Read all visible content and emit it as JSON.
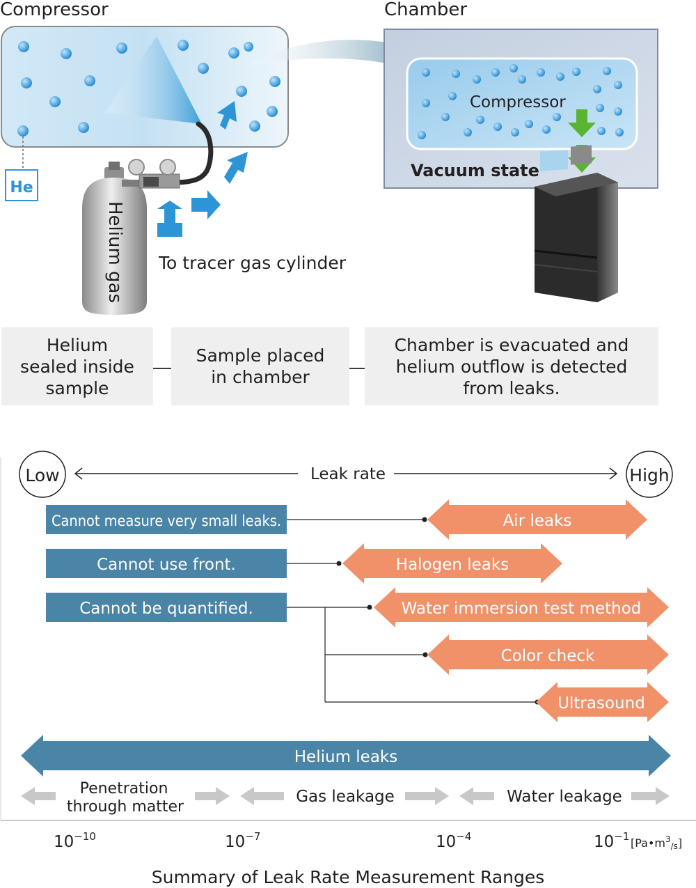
{
  "top": {
    "compressor_title": "Compressor",
    "chamber_title": "Chamber",
    "he_label": "He",
    "cylinder_label": "Helium gas",
    "tracer_label": "To tracer gas cylinder",
    "inner_compressor_label": "Compressor",
    "vacuum_label": "Vacuum state",
    "steps": [
      "Helium\nsealed inside\nsample",
      "Sample placed\nin chamber",
      "Chamber is evacuated and\nhelium outflow is detected\nfrom leaks."
    ]
  },
  "chart": {
    "low_label": "Low",
    "high_label": "High",
    "axis_label": "Leak rate",
    "limitations": [
      "Cannot measure very small leaks.",
      "Cannot use front.",
      "Cannot be quantified."
    ],
    "methods": [
      "Air leaks",
      "Halogen leaks",
      "Water immersion test method",
      "Color check",
      "Ultrasound"
    ],
    "helium_label": "Helium leaks",
    "ranges": [
      "Penetration\nthrough matter",
      "Gas leakage",
      "Water leakage"
    ],
    "ticks": [
      {
        "base": "10",
        "exp": "−10"
      },
      {
        "base": "10",
        "exp": "−7"
      },
      {
        "base": "10",
        "exp": "−4"
      },
      {
        "base": "10",
        "exp": "−1"
      }
    ],
    "unit": {
      "prefix": "[Pa•m",
      "sup": "3",
      "sub": "/s",
      "suffix": "]"
    },
    "caption": "Summary of Leak Rate Measurement Ranges"
  },
  "colors": {
    "teal": "#4a84a6",
    "salmon": "#f0916a",
    "green": "#5bb431",
    "bubble": "#2d95d6"
  }
}
